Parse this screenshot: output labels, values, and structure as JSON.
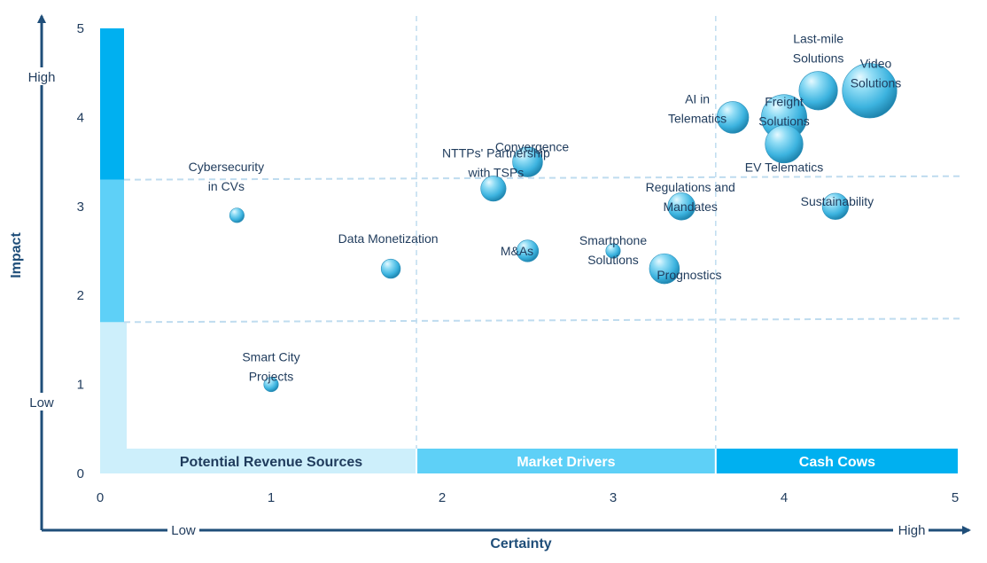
{
  "chart_data": {
    "type": "scatter",
    "subtype": "bubble",
    "xlabel": "Certainty",
    "ylabel": "Impact",
    "xlim": [
      0,
      5
    ],
    "ylim": [
      0,
      5
    ],
    "x_ticks": [
      "0",
      "1",
      "2",
      "3",
      "4",
      "5"
    ],
    "y_ticks": [
      "0",
      "1",
      "2",
      "3",
      "4",
      "5"
    ],
    "x_axis_ends": {
      "low": "Low",
      "high": "High"
    },
    "y_axis_ends": {
      "low": "Low",
      "high": "High"
    },
    "quadrant_dividers": {
      "x": [
        1.85,
        3.6
      ],
      "y": [
        1.7,
        3.3
      ]
    },
    "bands": [
      {
        "label": "Potential Revenue Sources",
        "x_range": [
          0,
          1.85
        ],
        "color": "#cdeffb",
        "text_color": "#1f3b5c"
      },
      {
        "label": "Market Drivers",
        "x_range": [
          1.85,
          3.6
        ],
        "color": "#5ed0f7",
        "text_color": "#ffffff"
      },
      {
        "label": "Cash Cows",
        "x_range": [
          3.6,
          5
        ],
        "color": "#00b0f0",
        "text_color": "#ffffff"
      }
    ],
    "impact_bar": [
      {
        "y_range": [
          0,
          1.7
        ],
        "color": "#cdeffb"
      },
      {
        "y_range": [
          1.7,
          3.3
        ],
        "color": "#5ed0f7"
      },
      {
        "y_range": [
          3.3,
          5
        ],
        "color": "#00b0f0"
      }
    ],
    "points": [
      {
        "lines": [
          "Smart City",
          "Projects"
        ],
        "x": 1.0,
        "y": 1.0,
        "size": 0.4
      },
      {
        "lines": [
          "Cybersecurity",
          "in CVs"
        ],
        "x": 0.8,
        "y": 2.9,
        "size": 0.4
      },
      {
        "lines": [
          "Data Monetization"
        ],
        "x": 1.7,
        "y": 2.3,
        "size": 0.7
      },
      {
        "lines": [
          "M&As"
        ],
        "x": 2.5,
        "y": 2.5,
        "size": 0.9
      },
      {
        "lines": [
          "NTTPs' Partnership",
          "with TSPs"
        ],
        "x": 2.3,
        "y": 3.2,
        "size": 1.2
      },
      {
        "lines": [
          "Convergence"
        ],
        "x": 2.5,
        "y": 3.5,
        "size": 1.7
      },
      {
        "lines": [
          "Smartphone",
          "Solutions"
        ],
        "x": 3.0,
        "y": 2.5,
        "size": 0.4
      },
      {
        "lines": [
          "Prognostics"
        ],
        "x": 3.3,
        "y": 2.3,
        "size": 1.7
      },
      {
        "lines": [
          "Regulations and",
          "Mandates"
        ],
        "x": 3.4,
        "y": 3.0,
        "size": 1.4
      },
      {
        "lines": [
          "AI in",
          "Telematics"
        ],
        "x": 3.7,
        "y": 4.0,
        "size": 1.9
      },
      {
        "lines": [
          "EV Telematics"
        ],
        "x": 4.0,
        "y": 3.7,
        "size": 2.7
      },
      {
        "lines": [
          "Freight",
          "Solutions"
        ],
        "x": 4.0,
        "y": 4.0,
        "size": 3.9
      },
      {
        "lines": [
          "Last-mile",
          "Solutions"
        ],
        "x": 4.2,
        "y": 4.3,
        "size": 2.8
      },
      {
        "lines": [
          "Video",
          "Solutions"
        ],
        "x": 4.5,
        "y": 4.3,
        "size": 5.6
      },
      {
        "lines": [
          "Sustainability"
        ],
        "x": 4.3,
        "y": 3.0,
        "size": 1.3
      }
    ],
    "grid": false,
    "legend": "none"
  }
}
